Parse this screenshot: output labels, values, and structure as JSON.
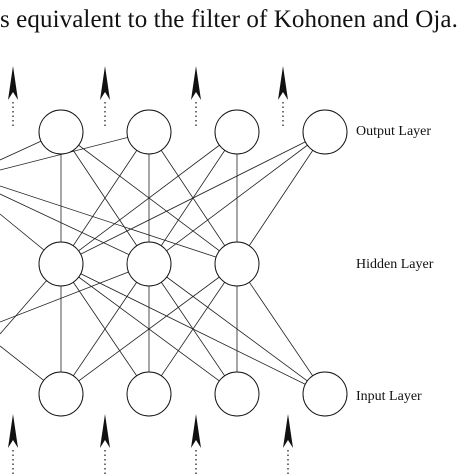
{
  "caption": "s equivalent to the filter of Kohonen and Oja.",
  "layers": {
    "output": {
      "label": "Output Layer",
      "nodes": 4
    },
    "hidden": {
      "label": "Hidden Layer",
      "nodes": 3
    },
    "input": {
      "label": "Input Layer",
      "nodes": 4
    }
  },
  "colors": {
    "line": "#222222",
    "node_fill": "#ffffff",
    "background": "#ffffff"
  }
}
